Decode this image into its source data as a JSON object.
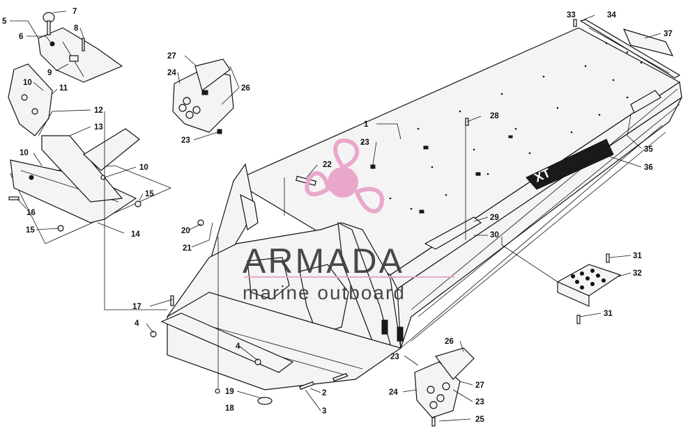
{
  "watermark": {
    "brand": "ARMADA",
    "tagline": "marine outboard",
    "color": "#e9a2c8"
  },
  "callouts": {
    "c1": "1",
    "c2": "2",
    "c3": "3",
    "c4a": "4",
    "c4b": "4",
    "c5": "5",
    "c6": "6",
    "c7": "7",
    "c8": "8",
    "c9": "9",
    "c10a": "10",
    "c10b": "10",
    "c10c": "10",
    "c11": "11",
    "c12": "12",
    "c13": "13",
    "c14": "14",
    "c15a": "15",
    "c15b": "15",
    "c16": "16",
    "c17": "17",
    "c18": "18",
    "c19": "19",
    "c20": "20",
    "c21": "21",
    "c22": "22",
    "c23a": "23",
    "c23b": "23",
    "c23c": "23",
    "c23d": "23",
    "c24a": "24",
    "c24b": "24",
    "c25": "25",
    "c26a": "26",
    "c26b": "26",
    "c27a": "27",
    "c27b": "27",
    "c28": "28",
    "c29": "29",
    "c30": "30",
    "c31a": "31",
    "c31b": "31",
    "c32": "32",
    "c33": "33",
    "c34": "34",
    "c35": "35",
    "c36": "36",
    "c37": "37"
  },
  "decal_text": "XT"
}
